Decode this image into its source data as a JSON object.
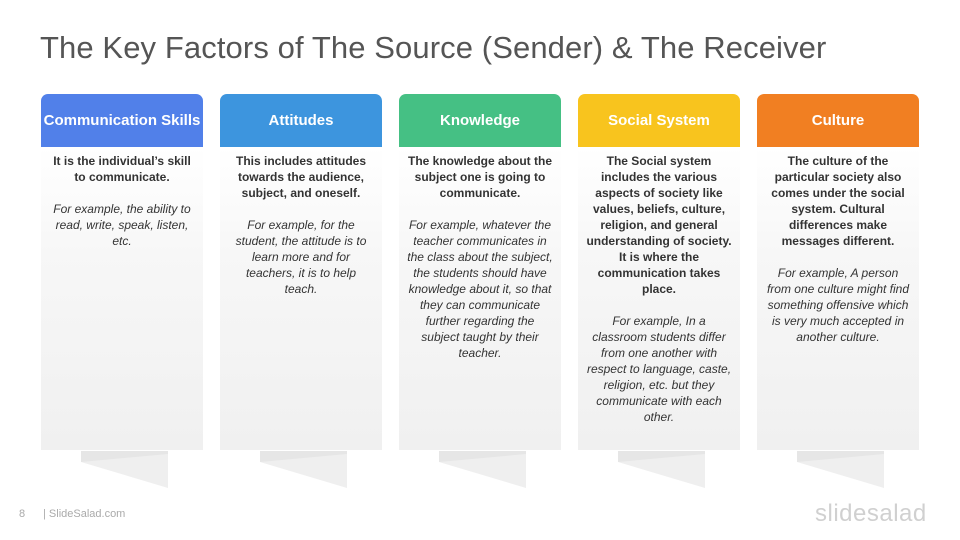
{
  "title": "The Key Factors of The Source (Sender) & The Receiver",
  "columns": [
    {
      "heading": "Communication Skills",
      "color": "#5180E9",
      "description": "It is the individual’s skill to communicate.",
      "example": "For example, the ability to read, write, speak, listen, etc."
    },
    {
      "heading": "Attitudes",
      "color": "#3D95DE",
      "description": "This includes attitudes towards the audience, subject, and oneself.",
      "example": "For example, for the student, the attitude is to learn more and for teachers, it is to help teach."
    },
    {
      "heading": "Knowledge",
      "color": "#45C084",
      "description": "The knowledge about the subject one is going to communicate.",
      "example": "For example, whatever the teacher communicates in the class about the subject, the students should have knowledge about it, so that they can communicate further regarding the subject taught by their teacher."
    },
    {
      "heading": "Social System",
      "color": "#F8C41E",
      "description": "The Social system includes the various aspects of society like values, beliefs, culture, religion, and general understanding of society. It is where the communication takes place.",
      "example": "For example, In a classroom students differ from one another with respect to language, caste, religion, etc. but they communicate with each other."
    },
    {
      "heading": "Culture",
      "color": "#F17F22",
      "description": "The culture of the particular society also comes under the social system. Cultural differences make messages different.",
      "example": "For example, A person from one culture might find something offensive which is very much accepted in another culture."
    }
  ],
  "footer": {
    "page_number": "8",
    "site": "| SlideSalad.com",
    "logo": "slidesalad"
  }
}
